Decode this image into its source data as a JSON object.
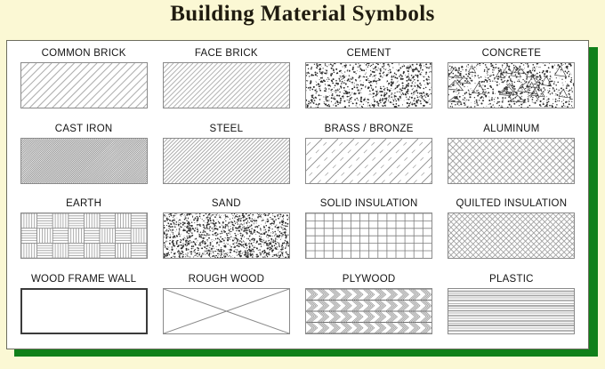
{
  "page": {
    "title": "Building Material Symbols",
    "background_color": "#fbf8d4",
    "card_color": "#ffffff",
    "shadow_color": "#10801a",
    "border_color": "#6d6d5e",
    "label_color": "#141414"
  },
  "symbols": [
    {
      "label": "COMMON BRICK",
      "pattern": "diagonal-hatch-wide"
    },
    {
      "label": "FACE BRICK",
      "pattern": "diagonal-hatch-dense"
    },
    {
      "label": "CEMENT",
      "pattern": "stipple-fine"
    },
    {
      "label": "CONCRETE",
      "pattern": "stipple-aggregate"
    },
    {
      "label": "CAST IRON",
      "pattern": "diagonal-hatch-very-dense"
    },
    {
      "label": "STEEL",
      "pattern": "diagonal-hatch-medium"
    },
    {
      "label": "BRASS / BRONZE",
      "pattern": "diagonal-alternating-dashed"
    },
    {
      "label": "ALUMINUM",
      "pattern": "diamond-crosshatch"
    },
    {
      "label": "EARTH",
      "pattern": "basket-weave"
    },
    {
      "label": "SAND",
      "pattern": "stipple-dense"
    },
    {
      "label": "SOLID INSULATION",
      "pattern": "square-grid"
    },
    {
      "label": "QUILTED INSULATION",
      "pattern": "diagonal-lattice"
    },
    {
      "label": "WOOD FRAME WALL",
      "pattern": "empty-heavy-outline"
    },
    {
      "label": "ROUGH WOOD",
      "pattern": "x-cross"
    },
    {
      "label": "PLYWOOD",
      "pattern": "wood-grain-chevron"
    },
    {
      "label": "PLASTIC",
      "pattern": "horizontal-lines"
    }
  ]
}
